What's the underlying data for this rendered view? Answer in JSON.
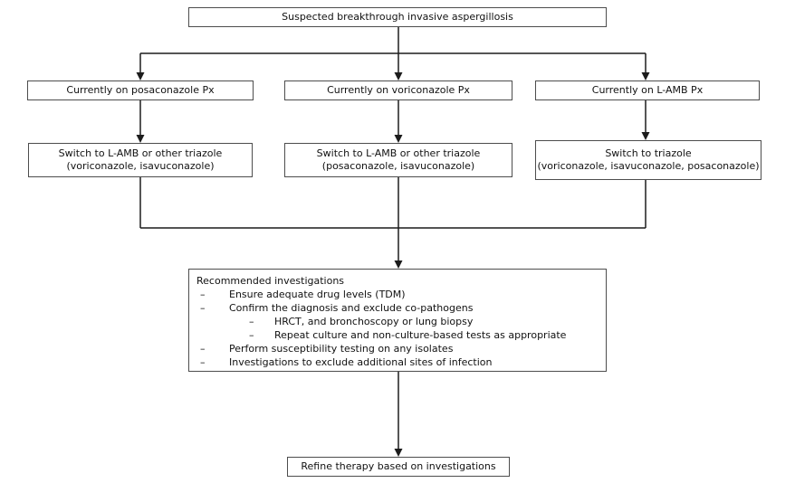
{
  "glyphs": {
    "dash": "–"
  },
  "colors": {
    "background": "#ffffff",
    "box_border": "#4d4d4d",
    "connector": "#1c1c1c",
    "text": "#111111"
  },
  "flowchart": {
    "top": {
      "label": "Suspected breakthrough invasive aspergillosis"
    },
    "row2": [
      {
        "label": "Currently on posaconazole Px"
      },
      {
        "label": "Currently on voriconazole Px"
      },
      {
        "label": "Currently on L-AMB Px"
      }
    ],
    "row3": [
      {
        "line1": "Switch to L-AMB or other triazole",
        "line2": "(voriconazole, isavuconazole)"
      },
      {
        "line1": "Switch to L-AMB or other triazole",
        "line2": "(posaconazole, isavuconazole)"
      },
      {
        "line1": "Switch to triazole",
        "line2": "(voriconazole, isavuconazole, posaconazole)"
      }
    ],
    "investigations": {
      "title": "Recommended investigations",
      "items": [
        {
          "level": 1,
          "text": "Ensure adequate drug levels (TDM)"
        },
        {
          "level": 1,
          "text": "Confirm the diagnosis and exclude co-pathogens"
        },
        {
          "level": 2,
          "text": "HRCT, and bronchoscopy or lung biopsy"
        },
        {
          "level": 2,
          "text": "Repeat culture and non-culture-based tests as appropriate"
        },
        {
          "level": 1,
          "text": "Perform susceptibility testing on any isolates"
        },
        {
          "level": 1,
          "text": "Investigations to exclude additional sites of infection"
        }
      ]
    },
    "bottom": {
      "label": "Refine therapy based on investigations"
    }
  }
}
